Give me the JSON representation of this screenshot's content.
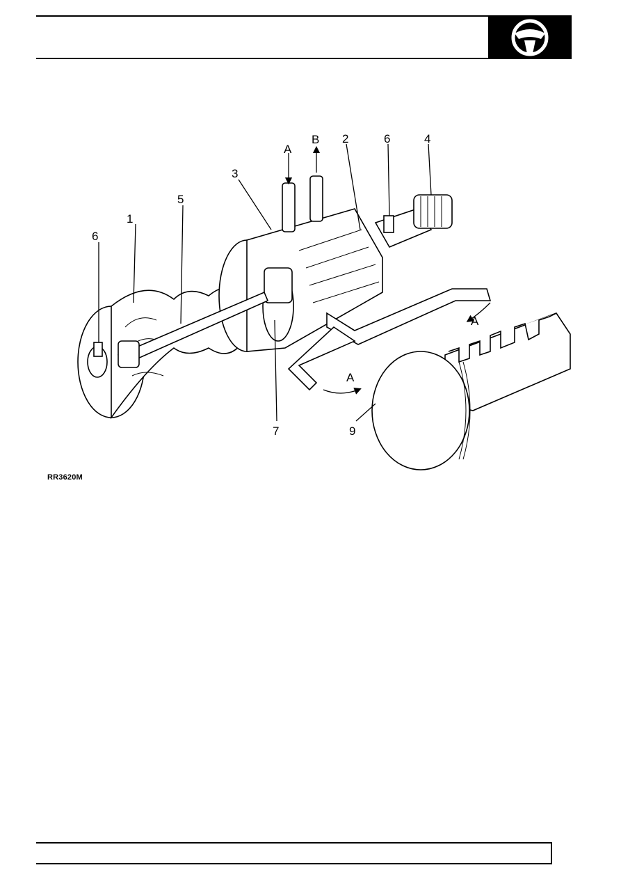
{
  "figure": {
    "reference": "RR3620M",
    "callouts": {
      "c1": "1",
      "c2": "2",
      "c3": "3",
      "c4": "4",
      "c5": "5",
      "c6a": "6",
      "c6b": "6",
      "c7": "7",
      "c9": "9",
      "flow_a_in": "A",
      "flow_b_out": "B",
      "flow_a_right": "A",
      "flow_a_lower": "A"
    }
  },
  "icons": {
    "section_icon": "steering-wheel-icon"
  }
}
